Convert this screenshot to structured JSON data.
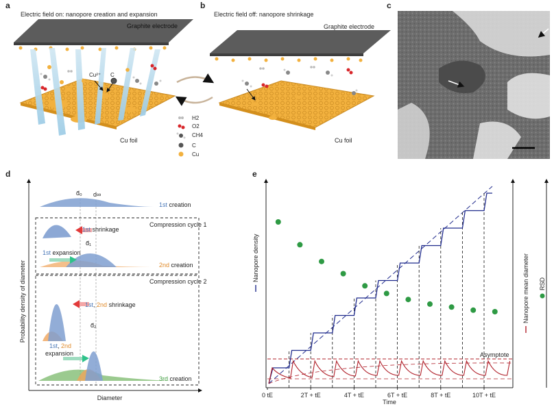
{
  "panels": {
    "a": {
      "letter": "a",
      "title": "Electric field on: nanopore creation and expansion",
      "electrode": "Graphite electrode",
      "foil": "Cu foil",
      "cu_ion": "Cu²⁺",
      "c_label": "C"
    },
    "b": {
      "letter": "b",
      "title": "Electric field off: nanopore shrinkage",
      "electrode": "Graphite electrode",
      "foil": "Cu foil"
    },
    "c": {
      "letter": "c"
    },
    "d": {
      "letter": "d",
      "ylabel": "Probability density of diameter",
      "xlabel": "Diameter",
      "d0": "d̄₀",
      "dinf": "d∞",
      "d1": "d̄₁",
      "d2": "d̄₂",
      "c1_num": "1st",
      "c1_word": " creation",
      "cycle1": "Compression cycle 1",
      "s1_num": "1st",
      "s1_word": " shrinkage",
      "e1_num": "1st",
      "e1_word": " expansion",
      "c2_num": "2nd",
      "c2_word": " creation",
      "cycle2": "Compression cycle 2",
      "s2_a": "1st",
      "s2_comma": ", ",
      "s2_b": "2nd",
      "s2_word": " shrinkage",
      "e2_a": "1st",
      "e2_comma": ", ",
      "e2_b": "2nd",
      "e2_word": "expansion",
      "c3_num": "3rd",
      "c3_word": " creation"
    },
    "e": {
      "letter": "e",
      "ylabel_left": "Nanopore density",
      "ylabel_right": "Nanopore mean diameter",
      "ylabel_rsd": "RSD",
      "xlabel": "Time",
      "asymptote": "Asymptote",
      "ticks": [
        "0 tE",
        "2T + tE",
        "4T + tE",
        "6T + tE",
        "8T + tE",
        "10T + tE"
      ]
    }
  },
  "legend": {
    "h2": "H2",
    "o2": "O2",
    "ch4": "CH4",
    "c": "C",
    "cu": "Cu"
  },
  "colors": {
    "copper": "#f2b13e",
    "graphite": "#5c5c5c",
    "density_line": "#1f2a8c",
    "diameter_line": "#b0202a",
    "rsd_dot": "#2e9a44",
    "dist_blue": "#7f9fd0",
    "dist_orange": "#f0a45a",
    "dist_green": "#7ab86a"
  },
  "chart_data": {
    "type": "scatter",
    "x": [
      0.5,
      1.5,
      2.5,
      3.5,
      4.5,
      5.5,
      6.5,
      7.5,
      8.5,
      9.5,
      10.5
    ],
    "series": [
      {
        "name": "RSD",
        "values": [
          1.0,
          0.85,
          0.74,
          0.66,
          0.58,
          0.53,
          0.49,
          0.46,
          0.44,
          0.42,
          0.41
        ]
      }
    ]
  }
}
